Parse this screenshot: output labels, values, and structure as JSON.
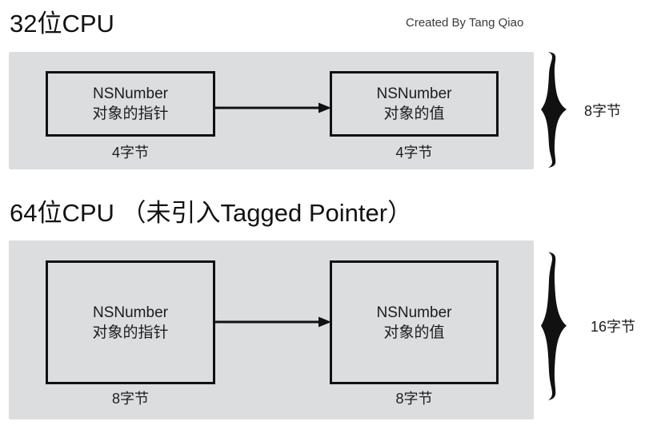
{
  "credit": "Created By Tang Qiao",
  "sections": [
    {
      "title": "32位CPU",
      "boxes": [
        {
          "line1": "NSNumber",
          "line2": "对象的指针",
          "size": "4字节"
        },
        {
          "line1": "NSNumber",
          "line2": "对象的值",
          "size": "4字节"
        }
      ],
      "arrow": "arrow-right",
      "total": "8字节"
    },
    {
      "title": "64位CPU （未引入Tagged Pointer）",
      "boxes": [
        {
          "line1": "NSNumber",
          "line2": "对象的指针",
          "size": "8字节"
        },
        {
          "line1": "NSNumber",
          "line2": "对象的值",
          "size": "8字节"
        }
      ],
      "arrow": "arrow-right",
      "total": "16字节"
    }
  ],
  "colors": {
    "panel_background": "#dcdddf",
    "box_border": "#111111",
    "page_background": "#ffffff",
    "text": "#1c1c1c"
  }
}
